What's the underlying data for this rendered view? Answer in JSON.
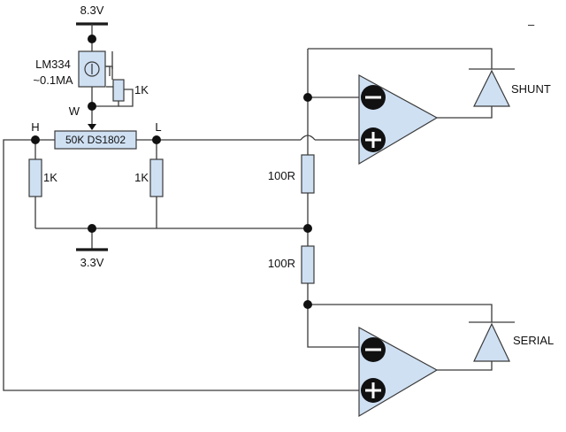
{
  "supply_top": {
    "voltage": "8.3V"
  },
  "current_source": {
    "part": "LM334",
    "current": "~0.1MA"
  },
  "trim_pot": {
    "value": "1K"
  },
  "wiper_node": {
    "label": "W"
  },
  "digital_pot": {
    "label": "50K DS1802",
    "pin_high": "H",
    "pin_low": "L"
  },
  "divider_left": {
    "value": "1K"
  },
  "divider_right": {
    "value": "1K"
  },
  "supply_bottom": {
    "voltage": "3.3V"
  },
  "sense_resistor_top": {
    "value": "100R"
  },
  "sense_resistor_bottom": {
    "value": "100R"
  },
  "diode_shunt": {
    "label": "SHUNT"
  },
  "diode_serial": {
    "label": "SERIAL"
  },
  "corner_mark": "–"
}
